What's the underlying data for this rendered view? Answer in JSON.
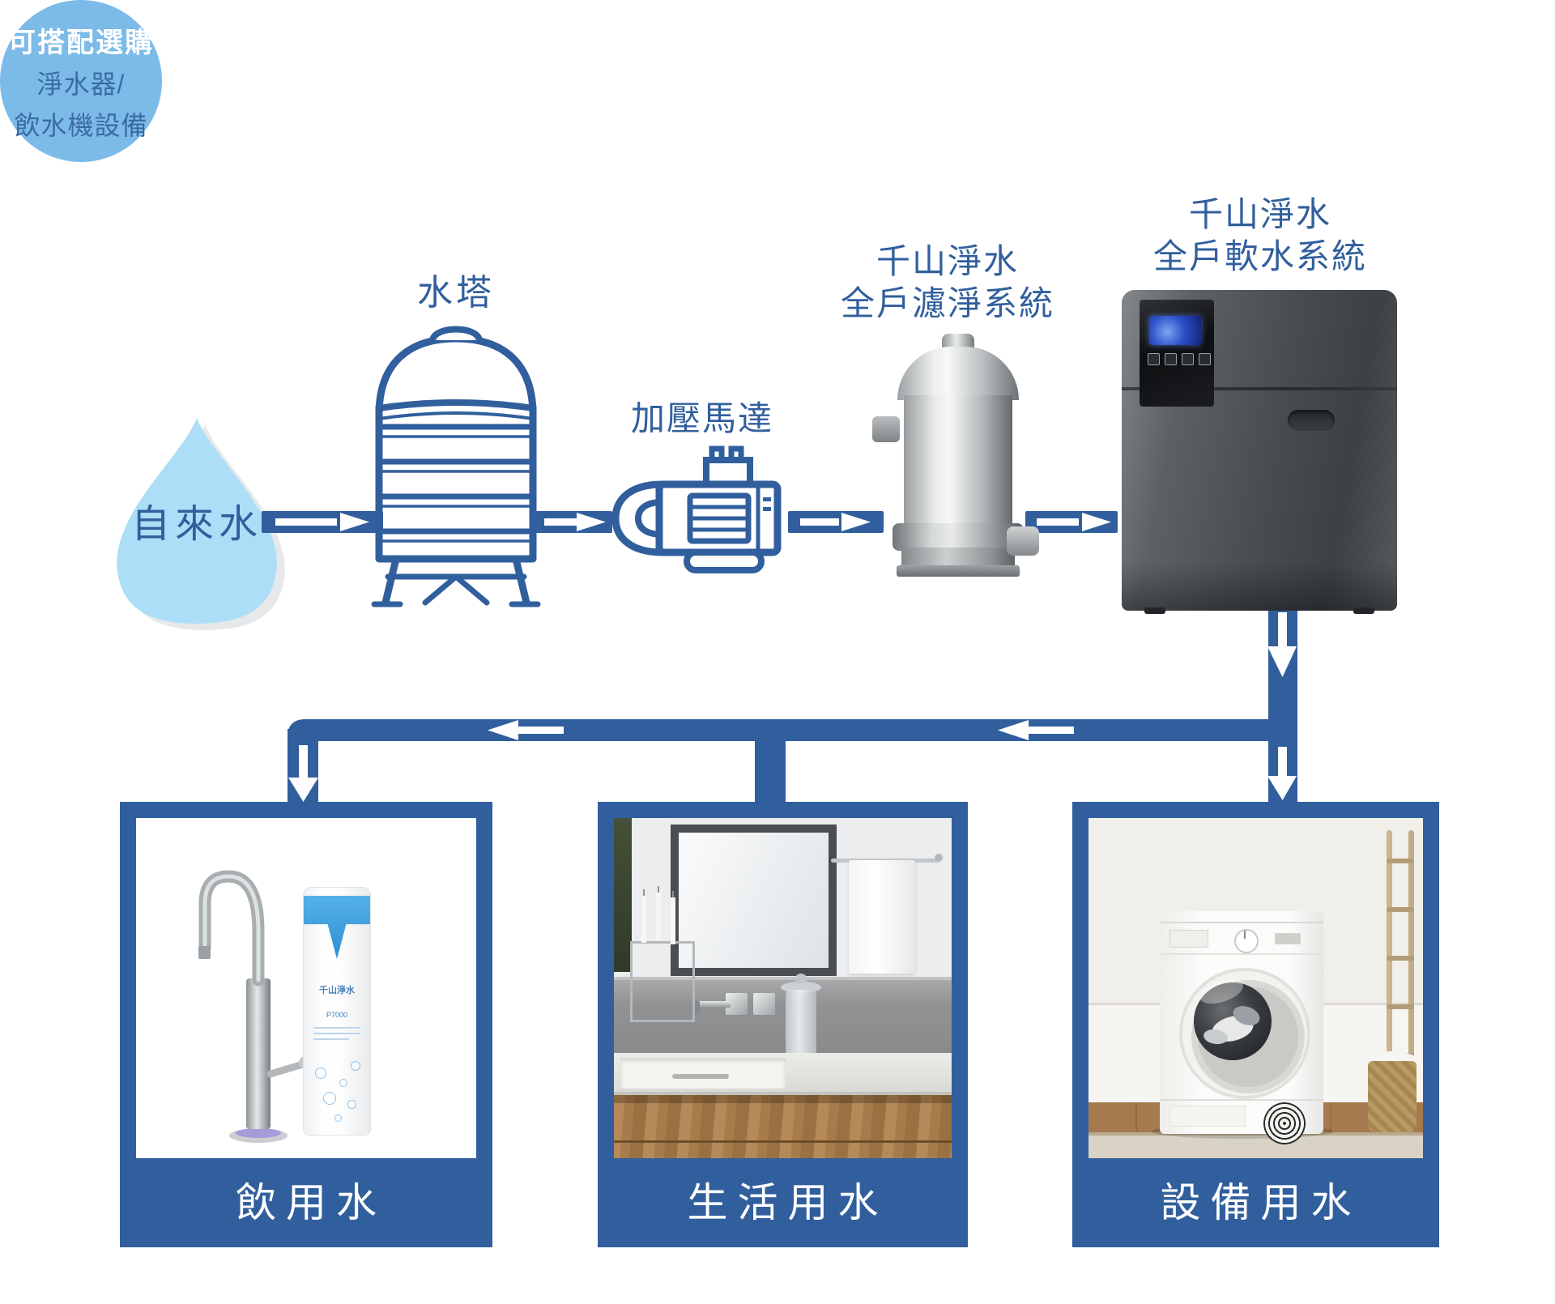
{
  "colors": {
    "primary_blue": "#315F9D",
    "drop_fill": "#ACDFF7",
    "badge_fill": "#7CBAE8",
    "badge_text_blue": "#3A6CA4",
    "label_text_white": "#FFFFFF"
  },
  "diagram": {
    "source_label": "自來水",
    "tank_label": "水塔",
    "pump_label": "加壓馬達",
    "filter_label": {
      "line1": "千山淨水",
      "line2": "全戶濾淨系統"
    },
    "softener_label": {
      "line1": "千山淨水",
      "line2": "全戶軟水系統"
    }
  },
  "badge": {
    "line1": "可搭配選購",
    "line2": "淨水器/",
    "line3": "飲水機設備"
  },
  "outputs": {
    "drinking": {
      "label": "飲用水",
      "cartridge_brand": "千山淨水",
      "cartridge_model": "P7000"
    },
    "living": {
      "label": "生活用水"
    },
    "equipment": {
      "label": "設備用水"
    }
  }
}
